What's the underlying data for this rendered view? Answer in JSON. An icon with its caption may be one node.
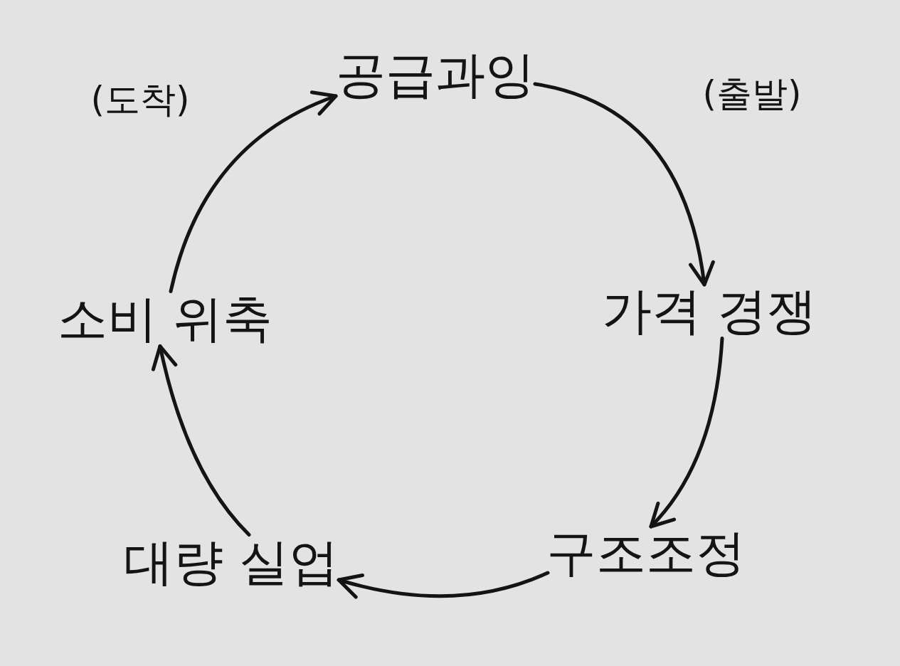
{
  "diagram": {
    "nodes": [
      {
        "text": [
          "공급과잉"
        ]
      },
      {
        "text": [
          "가격 경쟁"
        ]
      },
      {
        "text": [
          "구조조정"
        ]
      },
      {
        "text": [
          "대량 실업"
        ]
      },
      {
        "text": [
          "소비 위축"
        ]
      }
    ],
    "edges": [
      {
        "from": 0,
        "to": 1,
        "arrow": "to"
      },
      {
        "from": 1,
        "to": 2,
        "arrow": "to"
      },
      {
        "from": 2,
        "to": 3,
        "arrow": "to"
      },
      {
        "from": 3,
        "to": 4,
        "arrow": "to"
      },
      {
        "from": 4,
        "to": 0,
        "arrow": "to"
      }
    ],
    "labels": [
      "(도착)",
      "(출발)"
    ]
  }
}
